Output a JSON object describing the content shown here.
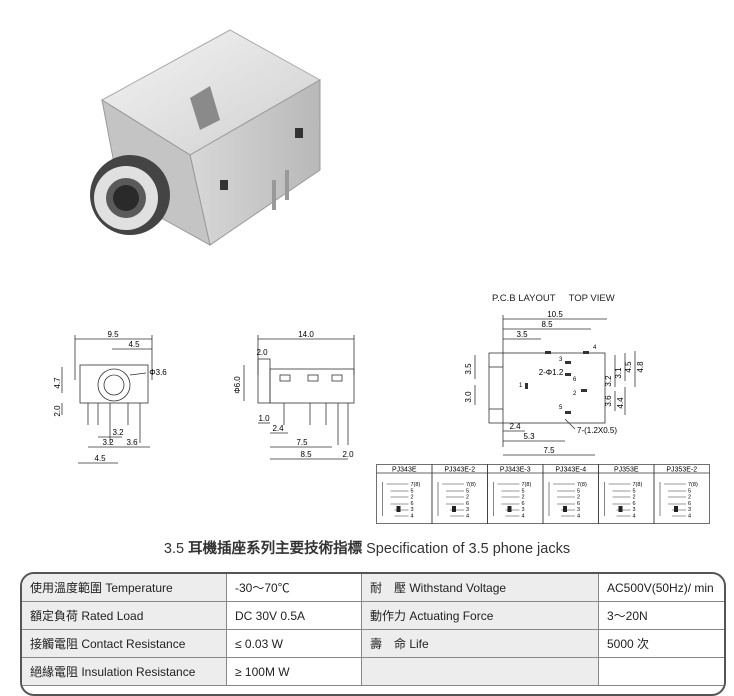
{
  "pcb_header": {
    "title": "P.C.B LAYOUT",
    "view": "TOP VIEW"
  },
  "front_view": {
    "dims": [
      "9.5",
      "4.5",
      "Φ3.6",
      "4.7",
      "2.0",
      "3.2",
      "3.2",
      "3.6",
      "4.5"
    ]
  },
  "side_view": {
    "dims": [
      "14.0",
      "2.0",
      "Φ6.0",
      "1.0",
      "2.4",
      "7.5",
      "8.5",
      "2.0"
    ]
  },
  "pcb_view": {
    "dims": [
      "10.5",
      "8.5",
      "3.5",
      "2-Φ1.2",
      "3.1",
      "3.2",
      "4.5",
      "4.8",
      "3.6",
      "4.4",
      "3.5",
      "3.0",
      "2.4",
      "5.3",
      "7.5",
      "7-(1.2X0.5)"
    ],
    "pin_numbers": [
      "4",
      "3",
      "6",
      "2",
      "1",
      "5"
    ]
  },
  "schematic_tabs": [
    "PJ343E",
    "PJ343E-2",
    "PJ343E-3",
    "PJ343E-4",
    "PJ353E",
    "PJ353E-2"
  ],
  "schematic_pins": [
    "7(8)",
    "5",
    "2",
    "6",
    "3",
    "4"
  ],
  "spec": {
    "title_num": "3.5",
    "title_cn": "耳機插座系列主要技術指標",
    "title_en": "Specification of 3.5 phone jacks",
    "rows": [
      [
        "使用溫度範圍 Temperature",
        "-30～70℃",
        "耐　壓 Withstand Voltage",
        "AC500V(50Hz)/ min"
      ],
      [
        "額定負荷 Rated Load",
        "DC 30V 0.5A",
        "動作力 Actuating Force",
        "3～20N"
      ],
      [
        "接觸電阻 Contact Resistance",
        "≤ 0.03 W",
        "壽　命 Life",
        "5000 次"
      ],
      [
        "絕緣電阻 Insulation Resistance",
        "≥ 100M W",
        "",
        ""
      ]
    ]
  }
}
